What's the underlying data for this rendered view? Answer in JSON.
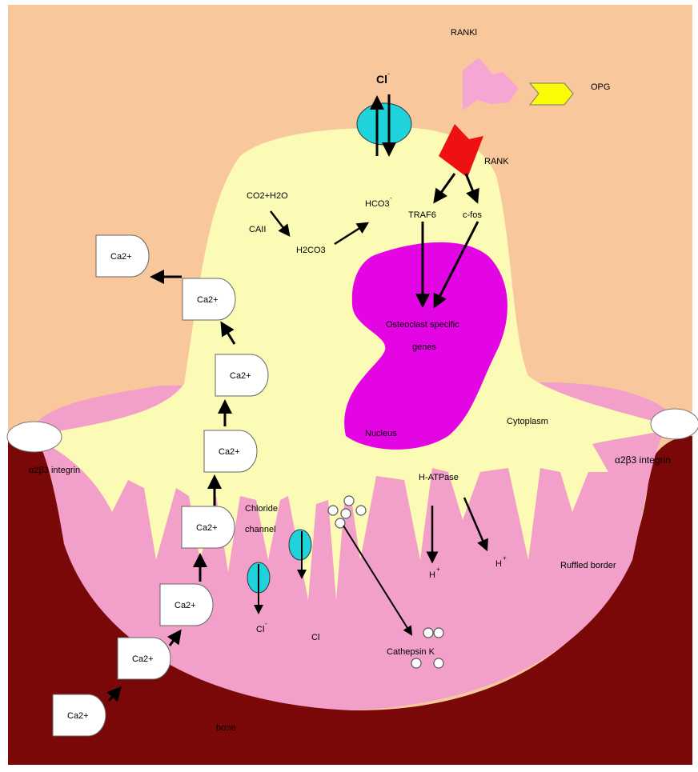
{
  "colors": {
    "background": "#f9c79c",
    "bone": "#7a0808",
    "cytoplasm": "#fbfbb5",
    "resorption_pit": "#f29fc9",
    "nucleus": "#e405e4",
    "chloride_channel": "#1fd3dc",
    "rank": "#ee1111",
    "rankl": "#f6a6d2",
    "opg": "#fbfb06",
    "integrin": "#ffffff"
  },
  "labels": {
    "rankl": "RANKl",
    "opg": "OPG",
    "rank": "RANK",
    "cl_top": "Cl",
    "cl_top_sup": "-",
    "co2_h2o": "CO2+H2O",
    "caii": "CAII",
    "h2co3": "H2CO3",
    "hco3": "HCO3",
    "hco3_sup": "-",
    "traf6": "TRAF6",
    "cfos": "c-fos",
    "osteoclast_genes_1": "Osteoclast specific",
    "osteoclast_genes_2": "genes",
    "nucleus": "Nucleus",
    "cytoplasm": "Cytoplasm",
    "integrin_left": "α2β3 integrin",
    "integrin_right": "α2β3 integrin",
    "h_atpase": "H-ATPase",
    "chloride_channel_1": "Chloride",
    "chloride_channel_2": "channel",
    "cl_bottom_1": "Cl",
    "cl_bottom_1_sup": "-",
    "cl_bottom_2": "Cl",
    "h_plus_1": "H",
    "h_plus_1_sup": "+",
    "h_plus_2": "H",
    "h_plus_2_sup": "+",
    "ruffled_border": "Ruffled border",
    "cathepsin_k": "Cathepsin K",
    "bone": "bone"
  },
  "calcium_boxes": [
    "Ca2+",
    "Ca2+",
    "Ca2+",
    "Ca2+",
    "Ca2+",
    "Ca2+",
    "Ca2+",
    "Ca2+"
  ]
}
